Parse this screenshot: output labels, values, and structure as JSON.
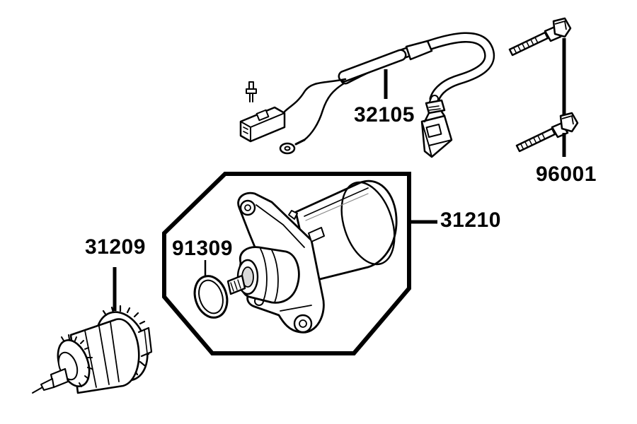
{
  "labels": {
    "wiring_harness": "32105",
    "bolts": "96001",
    "starter_motor": "31210",
    "starter_drive": "31209",
    "o_ring": "91309"
  },
  "colors": {
    "ink": "#000000",
    "background": "#ffffff",
    "part_fill": "#ffffff",
    "shade": "#d9d9d9"
  }
}
